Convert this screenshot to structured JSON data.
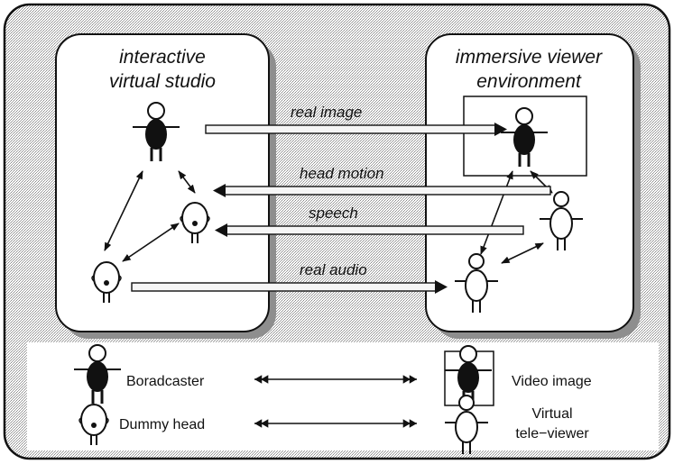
{
  "studio": {
    "title_line1": "interactive",
    "title_line2": "virtual studio"
  },
  "viewer_env": {
    "title_line1": "immersive viewer",
    "title_line2": "environment"
  },
  "channels": [
    {
      "label": "real image",
      "direction": "to-viewer"
    },
    {
      "label": "head motion",
      "direction": "to-studio"
    },
    {
      "label": "speech",
      "direction": "to-studio"
    },
    {
      "label": "real audio",
      "direction": "to-viewer"
    }
  ],
  "legend": {
    "broadcaster": "Boradcaster",
    "video_image": "Video image",
    "dummy_head": "Dummy head",
    "virtual_line1": "Virtual",
    "virtual_line2": "tele−viewer"
  },
  "colors": {
    "ink": "#111111",
    "panel_fill": "#ffffff",
    "panel_shadow": "#bdbdbd"
  }
}
